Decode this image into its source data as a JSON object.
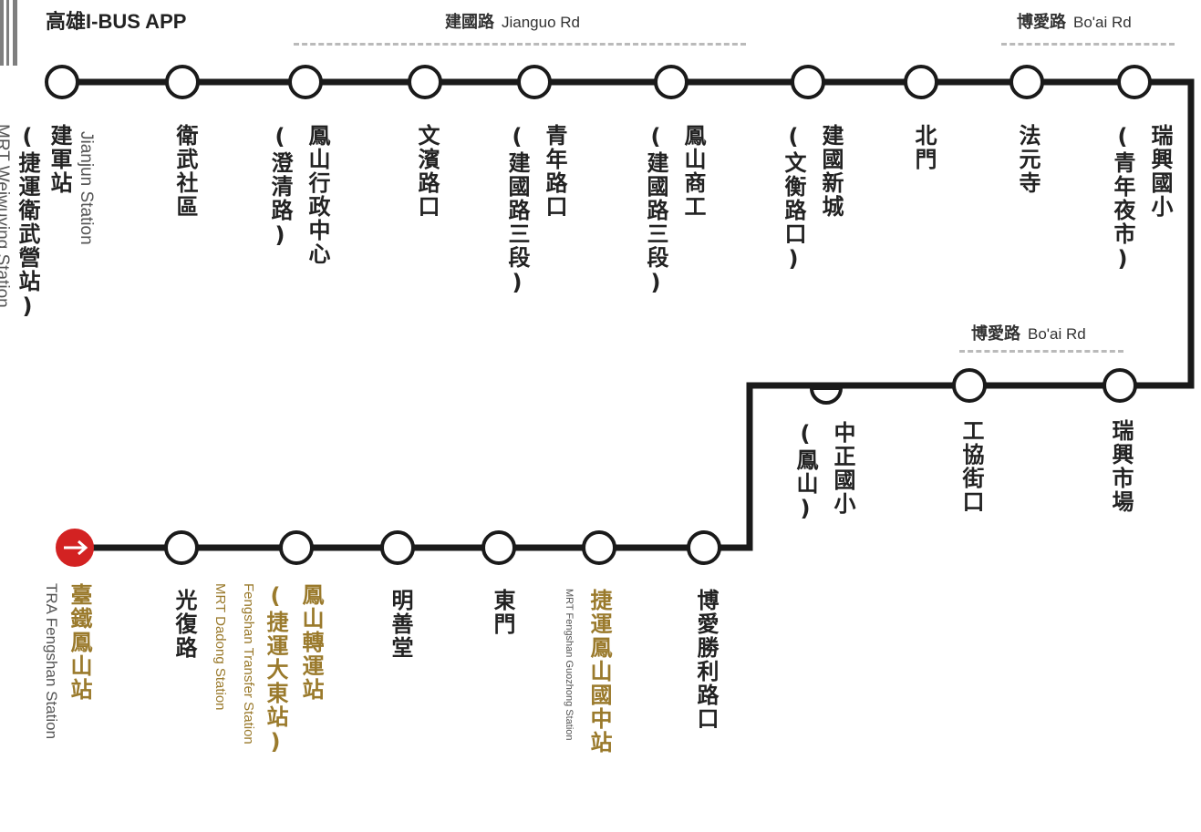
{
  "app_title": "高雄I-BUS APP",
  "roads": {
    "jianguo": {
      "zh": "建國路",
      "en": "Jianguo Rd"
    },
    "boai_top": {
      "zh": "博愛路",
      "en": "Bo'ai Rd"
    },
    "boai_mid": {
      "zh": "博愛路",
      "en": "Bo'ai Rd"
    }
  },
  "stops": {
    "jianjun": {
      "zh": "建軍站",
      "zh2": "(捷運衛武營站)",
      "en": "Jianjun Station",
      "en2": "MRT Weiwuying Station"
    },
    "weiwu": {
      "zh": "衛武社區"
    },
    "fengshan_admin": {
      "zh": "鳳山行政中心",
      "zh2": "(澄清路)"
    },
    "wenbin": {
      "zh": "文濱路口"
    },
    "qingnian": {
      "zh": "青年路口",
      "zh2": "(建國路三段)"
    },
    "fengshan_vocational": {
      "zh": "鳳山商工",
      "zh2": "(建國路三段)"
    },
    "jianguo_newtown": {
      "zh": "建國新城",
      "zh2": "(文衡路口)"
    },
    "beimen": {
      "zh": "北門"
    },
    "fayuan": {
      "zh": "法元寺"
    },
    "ruixing_elem": {
      "zh": "瑞興國小",
      "zh2": "(青年夜市)"
    },
    "ruixing_market": {
      "zh": "瑞興市場"
    },
    "gongxie": {
      "zh": "工協街口"
    },
    "zhongzheng": {
      "zh": "中正國小",
      "zh2": "(鳳山)"
    },
    "boai_shengli": {
      "zh": "博愛勝利路口"
    },
    "guozhong": {
      "zh": "捷運鳳山國中站",
      "en": "MRT Fengshan Guozhong Station"
    },
    "dongmen": {
      "zh": "東門"
    },
    "mingshan": {
      "zh": "明善堂"
    },
    "transfer": {
      "zh": "鳳山轉運站",
      "zh2": "(捷運大東站)",
      "en": "Fengshan Transfer Station",
      "en2": "MRT Dadong Station"
    },
    "guangfu": {
      "zh": "光復路"
    },
    "tra": {
      "zh": "臺鐵鳳山站",
      "en": "TRA Fengshan Station"
    }
  },
  "colors": {
    "line": "#1a1a1a",
    "gold": "#9a7a2c",
    "terminal": "#d32222"
  },
  "icons": {
    "terminal": "arrow-right-icon"
  }
}
